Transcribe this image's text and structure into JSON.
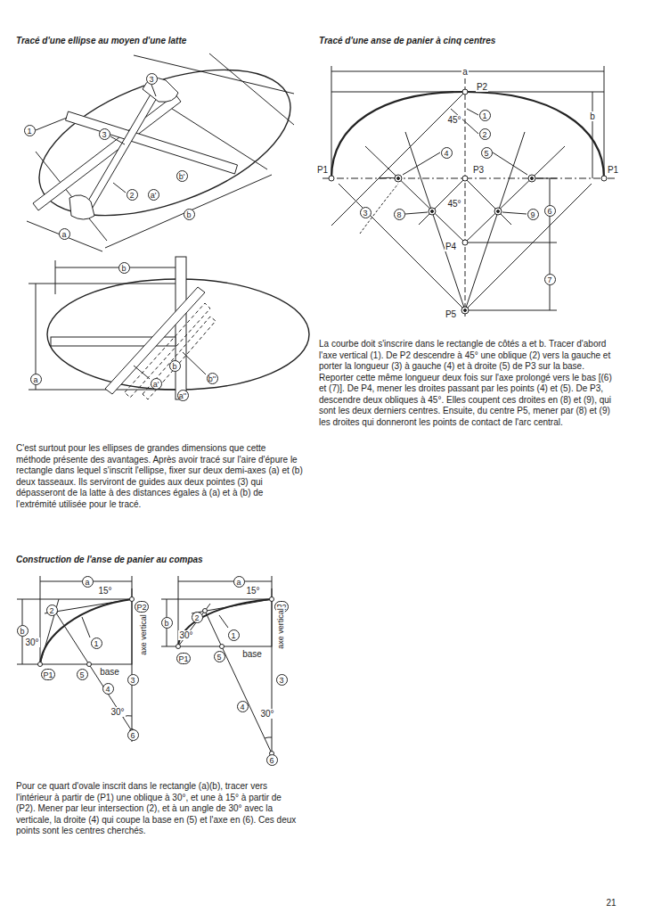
{
  "diagram": {
    "labels": [
      "Tracé d'une ellipse au moyen d'une latte",
      "Tracé d'une anse de panier à cinq centres",
      "1",
      "3",
      "3",
      "2",
      "a'",
      "b'",
      "b",
      "a",
      "b",
      "a",
      "a'",
      "b",
      "a''",
      "b''",
      "C'est surtout pour les ellipses de grandes dimensions que cette méthode présente des avantages. Après avoir tracé sur l'aire d'épure le rectangle dans lequel s'inscrit l'ellipse, fixer sur deux demi-axes (a) et (b) deux tasseaux. Ils serviront de guides aux deux pointes (3) qui dépasseront de la latte à des distances égales à (a) et à (b) de l'extrémité utilisée pour le tracé.",
      "a",
      "P2",
      "b",
      "1",
      "2",
      "45°",
      "4",
      "5",
      "P1",
      "P3",
      "P1",
      "3",
      "8",
      "45°",
      "9",
      "6",
      "P4",
      "7",
      "P5",
      "La courbe doit s'inscrire dans le rectangle de côtés a et b. Tracer d'abord l'axe vertical (1). De P2 descendre à 45° une oblique (2) vers la gauche et porter la longueur (3) à gauche (4) et à droite (5) de P3 sur la base. Reporter cette même longueur deux fois sur l'axe prolongé vers le bas [(6) et (7)]. De P4, mener les droites passant par les points (4) et (5). De P3, descendre deux obliques à 45°. Elles coupent ces droites en (8) et (9), qui sont les deux derniers centres. Ensuite, du centre P5, mener par (8) et (9) les droites qui donneront les points de contact de l'arc central.",
      "Construction de l'anse de panier au compas",
      "a",
      "15°",
      "P2",
      "2",
      "b",
      "30°",
      "1",
      "axe vertical",
      "base",
      "P1",
      "5",
      "3",
      "4",
      "30°",
      "6",
      "a",
      "15°",
      "P2",
      "2",
      "b",
      "30°",
      "1",
      "P1",
      "5",
      "base",
      "axe vertical",
      "3",
      "4",
      "30°",
      "6",
      "Pour ce quart d'ovale inscrit dans le rectangle (a)(b), tracer vers l'intérieur à partir de (P1) une oblique à 30°, et une à 15° à partir de (P2). Mener par leur intersection (2), et à un angle de 30° avec la verticale, la droite (4) qui coupe la base en (5) et l'axe en (6). Ces deux points sont les centres cherchés.",
      "21"
    ]
  }
}
